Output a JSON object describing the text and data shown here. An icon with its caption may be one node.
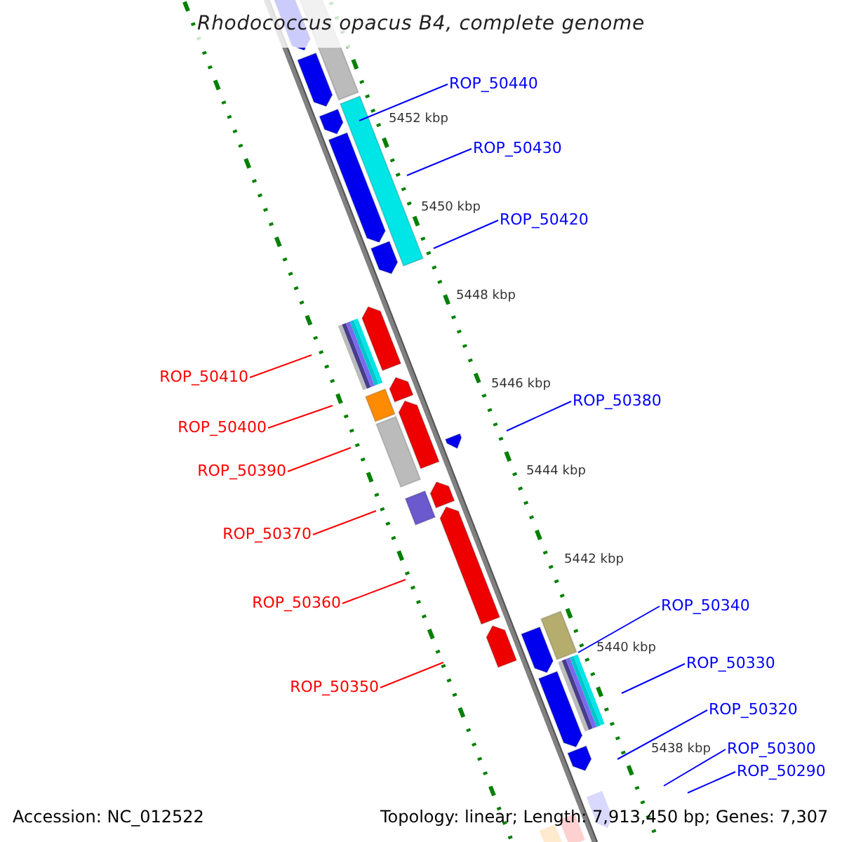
{
  "diagram": {
    "title": "Rhodococcus opacus B4, complete genome",
    "nodes": [
      {
        "text": [
          "ROP_50440"
        ]
      },
      {
        "text": [
          "ROP_50430"
        ]
      },
      {
        "text": [
          "ROP_50420"
        ]
      },
      {
        "text": [
          "ROP_50410"
        ]
      },
      {
        "text": [
          "ROP_50380"
        ]
      },
      {
        "text": [
          "ROP_50400"
        ]
      },
      {
        "text": [
          "ROP_50390"
        ]
      },
      {
        "text": [
          "ROP_50370"
        ]
      },
      {
        "text": [
          "ROP_50360"
        ]
      },
      {
        "text": [
          "ROP_50340"
        ]
      },
      {
        "text": [
          "ROP_50330"
        ]
      },
      {
        "text": [
          "ROP_50350"
        ]
      },
      {
        "text": [
          "ROP_50320"
        ]
      },
      {
        "text": [
          "ROP_50300"
        ]
      },
      {
        "text": [
          "ROP_50290"
        ]
      }
    ],
    "edges": [
      {
        "from": 0,
        "to": null,
        "arrow": "none"
      },
      {
        "from": 1,
        "to": null,
        "arrow": "none"
      },
      {
        "from": 2,
        "to": null,
        "arrow": "none"
      },
      {
        "from": 3,
        "to": null,
        "arrow": "none",
        "color": "#ff0000"
      },
      {
        "from": 4,
        "to": null,
        "arrow": "none"
      },
      {
        "from": 5,
        "to": null,
        "arrow": "none",
        "color": "#ff0000"
      },
      {
        "from": 6,
        "to": null,
        "arrow": "none",
        "color": "#ff0000"
      },
      {
        "from": 7,
        "to": null,
        "arrow": "none",
        "color": "#ff0000"
      },
      {
        "from": 8,
        "to": null,
        "arrow": "none",
        "color": "#ff0000"
      },
      {
        "from": 9,
        "to": null,
        "arrow": "none"
      },
      {
        "from": 10,
        "to": null,
        "arrow": "none"
      },
      {
        "from": 11,
        "to": null,
        "arrow": "none",
        "color": "#ff0000"
      },
      {
        "from": 12,
        "to": null,
        "arrow": "none"
      },
      {
        "from": 13,
        "to": null,
        "arrow": "none"
      },
      {
        "from": 14,
        "to": null,
        "arrow": "none"
      }
    ],
    "labels": [
      "5452 kbp",
      "5450 kbp",
      "5448 kbp",
      "5446 kbp",
      "5444 kbp",
      "5442 kbp",
      "5440 kbp",
      "5438 kbp",
      "Accession: NC_012522",
      "Topology: linear; Length: 7,913,450 bp; Genes: 7,307"
    ]
  }
}
